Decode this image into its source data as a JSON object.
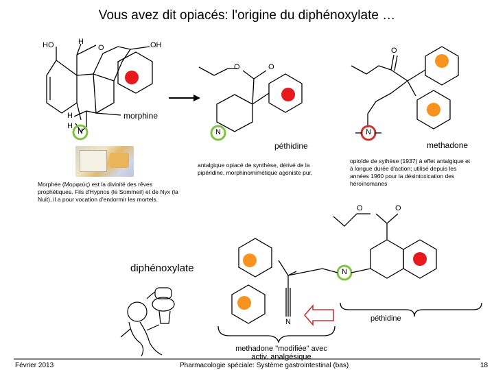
{
  "title": "Vous avez dit opiacés: l'origine du diphénoxylate …",
  "morphine": {
    "name": "morphine",
    "atoms": {
      "ho": "HO",
      "h_top": "H",
      "o_ring": "O",
      "oh": "OH",
      "h_mid": "H",
      "h_low": "H",
      "n": "N"
    }
  },
  "pethidine": {
    "name": "péthidine",
    "atoms": {
      "o1": "O",
      "o2": "O",
      "n": "N"
    },
    "description": "antalgique opiacé de synthèse, dérivé de la pipéridine, morphinomimétique agoniste pur,"
  },
  "methadone": {
    "name": "methadone",
    "atoms": {
      "o": "O",
      "n": "N"
    },
    "description": "opioïde de sythèse (1937) à effet antalgique et à longue durée d'action; utilisé depuis les années 1960 pour la désintoxication des héroïnomanes"
  },
  "morphee": {
    "caption": "Morphée (Μορφεύς) est la divinité des rêves prophétiques. Fils d'Hypnos (le Sommeil) et de Nyx (la Nuit), il a pour vocation d'endormir les mortels."
  },
  "diphenoxylate": {
    "name": "diphénoxylate",
    "atoms": {
      "o1": "O",
      "o2": "O",
      "n_ring": "N",
      "n_nitrile": "N"
    },
    "pethidine_label": "péthidine",
    "methadone_label": "methadone \"modifiée\" avec activ. analgésique"
  },
  "colors": {
    "highlight_red": "#e8191c",
    "highlight_orange": "#f7931e",
    "circle_green": "#7dc242",
    "circle_red_ring": "#cc3333"
  },
  "footer": {
    "date": "Février 2013",
    "course": "Pharmacologie spéciale: Système gastrointestinal (bas)",
    "page": "18"
  }
}
